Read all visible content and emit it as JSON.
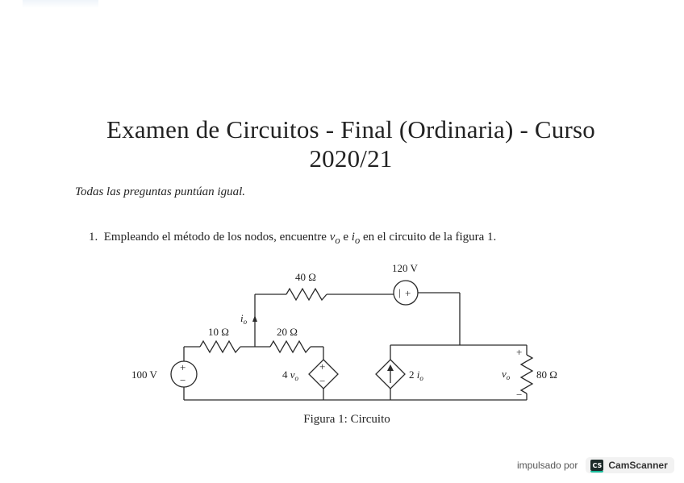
{
  "document": {
    "title_line1": "Examen de Circuitos - Final (Ordinaria) - Curso",
    "title_line2": "2020/21",
    "note": "Todas las preguntas puntúan igual.",
    "question": {
      "number": "1.",
      "text_before": "Empleando el método de los nodos, encuentre ",
      "var1": "v",
      "var1_sub": "o",
      "conj": " e ",
      "var2": "i",
      "var2_sub": "o",
      "text_after": " en el circuito de la figura 1."
    },
    "caption": "Figura 1: Circuito"
  },
  "circuit": {
    "sources": {
      "v100": {
        "label": "100 V",
        "plus": "+",
        "minus": "−"
      },
      "v120": {
        "label": "120 V",
        "plus": "+",
        "minus": "|"
      },
      "dep_voltage": {
        "label_coef": "4",
        "label_var": "v",
        "label_sub": "o",
        "plus": "+",
        "minus": "−"
      },
      "dep_current": {
        "label_coef": "2",
        "label_var": "i",
        "label_sub": "o"
      }
    },
    "resistors": {
      "r10": "10 Ω",
      "r20": "20 Ω",
      "r40": "40 Ω",
      "r80": "80 Ω"
    },
    "current_label": {
      "var": "i",
      "sub": "o"
    },
    "vo_label": {
      "var": "v",
      "sub": "o",
      "plus": "+",
      "minus": "−"
    }
  },
  "footer": {
    "powered_by": "impulsado por",
    "brand_logo": "CS",
    "brand_name": "CamScanner"
  }
}
